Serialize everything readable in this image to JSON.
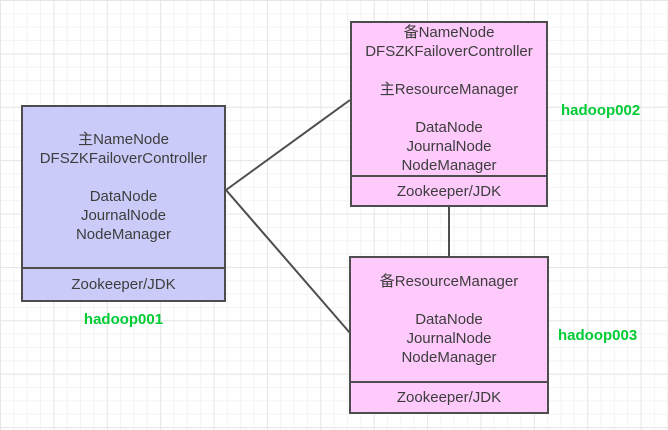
{
  "diagram": {
    "title": "hadoop-ha-cluster-diagram",
    "colors": {
      "primary_node_fill": "#cbcbf9",
      "secondary_node_fill": "#fec9fb",
      "node_border": "#4d4d4d",
      "node_text": "#3d3d3d",
      "host_label_green": "#00cc33",
      "connector": "#4d4d4d",
      "grid_minor": "#f4f4f4",
      "grid_major": "#e6e6e6",
      "canvas_background": "#ffffff"
    },
    "nodes": [
      {
        "id": "hadoop001",
        "host_label": "hadoop001",
        "lines": [
          "主NameNode",
          "DFSZKFailoverController",
          "",
          "DataNode",
          "JournalNode",
          "NodeManager"
        ],
        "footer": "Zookeeper/JDK"
      },
      {
        "id": "hadoop002",
        "host_label": "hadoop002",
        "lines": [
          "备NameNode",
          "DFSZKFailoverController",
          "",
          "主ResourceManager",
          "",
          "DataNode",
          "JournalNode",
          "NodeManager"
        ],
        "footer": "Zookeeper/JDK"
      },
      {
        "id": "hadoop003",
        "host_label": "hadoop003",
        "lines": [
          "备ResourceManager",
          "",
          "DataNode",
          "JournalNode",
          "NodeManager"
        ],
        "footer": "Zookeeper/JDK"
      }
    ],
    "connections": [
      {
        "from": "hadoop001",
        "to": "hadoop002"
      },
      {
        "from": "hadoop001",
        "to": "hadoop003"
      },
      {
        "from": "hadoop002",
        "to": "hadoop003"
      }
    ]
  }
}
